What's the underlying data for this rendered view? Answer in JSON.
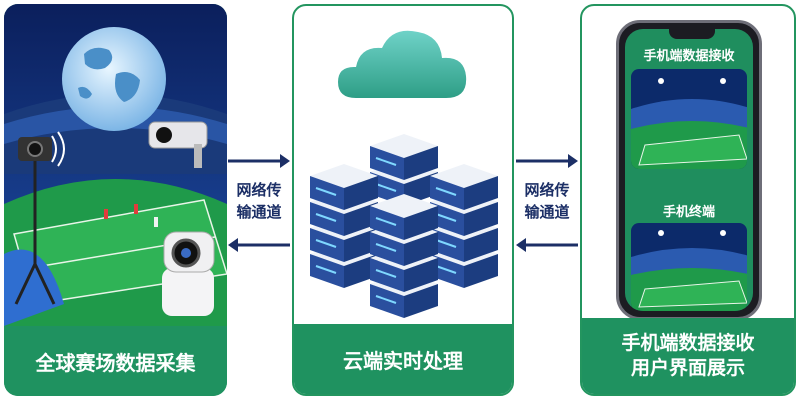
{
  "left_panel": {
    "label": "全球赛场数据采集"
  },
  "middle_panel": {
    "label": "云端实时处理"
  },
  "right_panel": {
    "label_line1": "手机端数据接收",
    "label_line2": "用户界面展示",
    "screen_top_title": "手机端数据接收",
    "screen_bottom_title": "手机终端"
  },
  "link_left": {
    "line1": "网络传",
    "line2": "输通道"
  },
  "link_right": {
    "line1": "网络传",
    "line2": "输通道"
  },
  "colors": {
    "panel_green": "#1f9260",
    "arrow_navy": "#1c2f66",
    "server_blue": "#2a4f9e"
  }
}
